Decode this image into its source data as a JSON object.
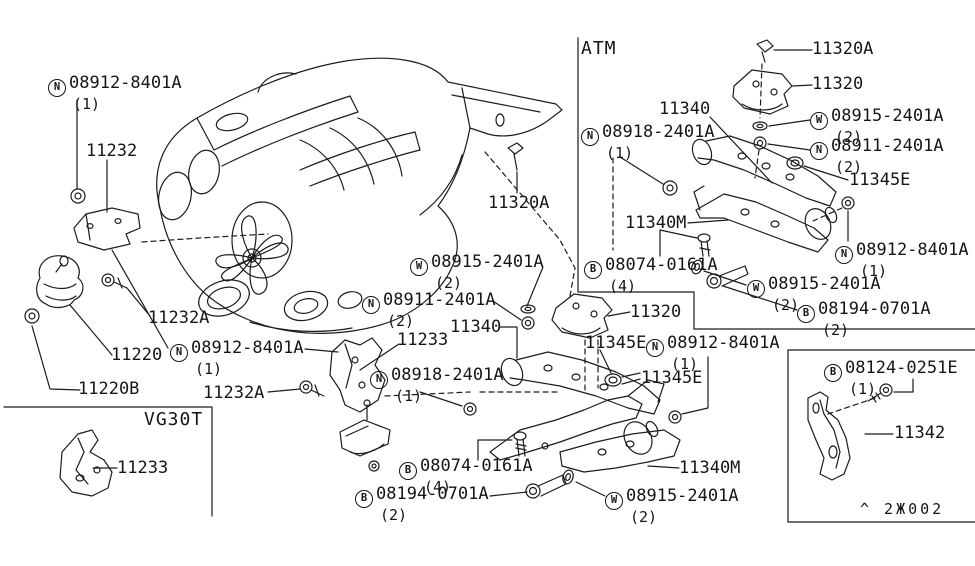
{
  "sections": {
    "atm": "ATM",
    "vg30t": "VG30T"
  },
  "footer": {
    "code": "^ 2Ж002"
  },
  "labels": [
    {
      "prefix": "N",
      "number": "08912-8401A",
      "qty": "(1)"
    },
    {
      "number": "11232"
    },
    {
      "number": "11232A"
    },
    {
      "number": "11220"
    },
    {
      "prefix": "N",
      "number": "08912-8401A",
      "qty": "(1)"
    },
    {
      "number": "11220B"
    },
    {
      "number": "11232A"
    },
    {
      "number": "11233"
    },
    {
      "number": "11320A"
    },
    {
      "prefix": "W",
      "number": "08915-2401A",
      "qty": "(2)"
    },
    {
      "prefix": "N",
      "number": "08911-2401A",
      "qty": "(2)"
    },
    {
      "number": "11340"
    },
    {
      "number": "11233"
    },
    {
      "prefix": "N",
      "number": "08918-2401A",
      "qty": "(1)"
    },
    {
      "number": "11320"
    },
    {
      "number": "11345E"
    },
    {
      "prefix": "N",
      "number": "08912-8401A",
      "qty": "(1)"
    },
    {
      "number": "11345E"
    },
    {
      "prefix": "B",
      "number": "08074-0161A",
      "qty": "(4)"
    },
    {
      "prefix": "B",
      "number": "08194-0701A",
      "qty": "(2)"
    },
    {
      "number": "11340M"
    },
    {
      "prefix": "W",
      "number": "08915-2401A",
      "qty": "(2)"
    },
    {
      "number": "11320A"
    },
    {
      "number": "11320"
    },
    {
      "number": "11340"
    },
    {
      "prefix": "N",
      "number": "08918-2401A",
      "qty": "(1)"
    },
    {
      "prefix": "W",
      "number": "08915-2401A",
      "qty": "(2)"
    },
    {
      "prefix": "N",
      "number": "08911-2401A",
      "qty": "(2)"
    },
    {
      "number": "11345E"
    },
    {
      "number": "11340M"
    },
    {
      "prefix": "B",
      "number": "08074-0161A",
      "qty": "(4)"
    },
    {
      "prefix": "N",
      "number": "08912-8401A",
      "qty": "(1)"
    },
    {
      "prefix": "W",
      "number": "08915-2401A",
      "qty": "(2)"
    },
    {
      "prefix": "B",
      "number": "08194-0701A",
      "qty": "(2)"
    },
    {
      "prefix": "B",
      "number": "08124-0251E",
      "qty": "(1)"
    },
    {
      "number": "11342"
    }
  ]
}
